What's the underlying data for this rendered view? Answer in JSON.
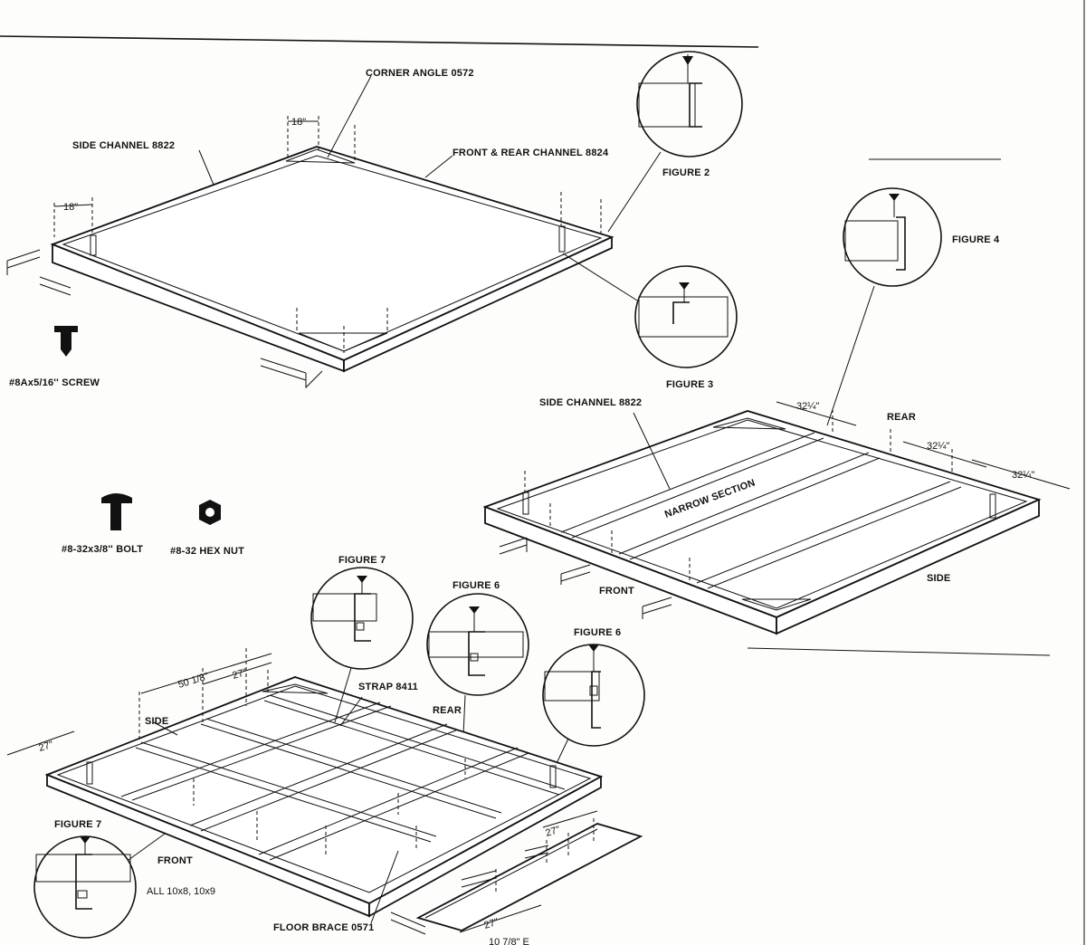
{
  "labels": {
    "corner_angle": "CORNER ANGLE 0572",
    "side_channel_top": "SIDE CHANNEL 8822",
    "front_rear_channel": "FRONT & REAR CHANNEL 8824",
    "dim_18_top": "18\"",
    "dim_18_left": "18\"",
    "screw": "#8Ax5/16'' SCREW",
    "figure2": "FIGURE 2",
    "figure3": "FIGURE 3",
    "figure4": "FIGURE 4",
    "side_channel_mid": "SIDE CHANNEL 8822",
    "rear_mid": "REAR",
    "dim_32_a": "32¼\"",
    "dim_32_b": "32¼\"",
    "dim_32_c": "32¼\"",
    "narrow_section": "NARROW SECTION",
    "front_mid": "FRONT",
    "side_mid": "SIDE",
    "bolt": "#8-32x3/8'' BOLT",
    "hex_nut": "#8-32 HEX NUT",
    "figure7_top": "FIGURE 7",
    "figure6_a": "FIGURE 6",
    "figure6_b": "FIGURE 6",
    "dim_50": "50 1/8\"",
    "dim_27_top": "27\"",
    "strap": "STRAP 8411",
    "rear_bottom": "REAR",
    "side_bottom": "SIDE",
    "dim_27_left": "27\"",
    "figure7_bottom": "FIGURE 7",
    "front_bottom": "FRONT",
    "all_sizes": "ALL 10x8, 10x9",
    "floor_brace": "FLOOR BRACE 0571",
    "dim_27_r1": "27\"",
    "dim_27_r2": "27\"",
    "dim_bottom_cut": "10 7/8\" E"
  }
}
